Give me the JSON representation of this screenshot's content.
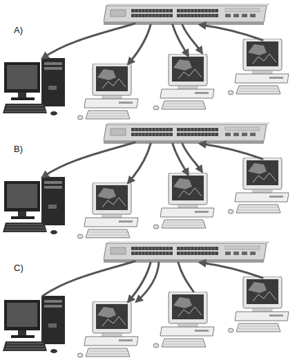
{
  "diagram": {
    "labels": [
      "A)",
      "B)",
      "C)"
    ]
  }
}
